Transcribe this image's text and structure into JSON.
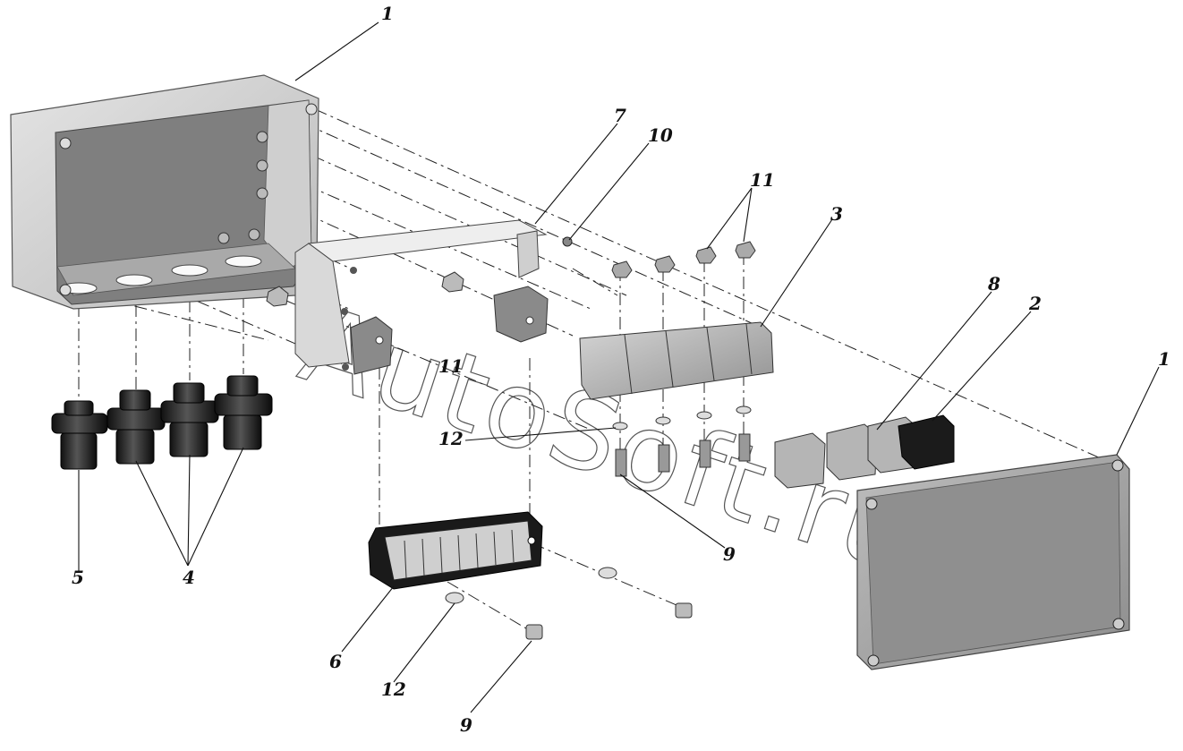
{
  "watermark": "AutoSoft.ru",
  "callouts": {
    "c1_top": "1",
    "c7": "7",
    "c10": "10",
    "c11_top": "11",
    "c3": "3",
    "c8": "8",
    "c2": "2",
    "c1_right": "1",
    "c11_mid": "11",
    "c12_mid": "12",
    "c9_right": "9",
    "c5": "5",
    "c4": "4",
    "c6": "6",
    "c12_bottom": "12",
    "c9_bottom": "9"
  }
}
